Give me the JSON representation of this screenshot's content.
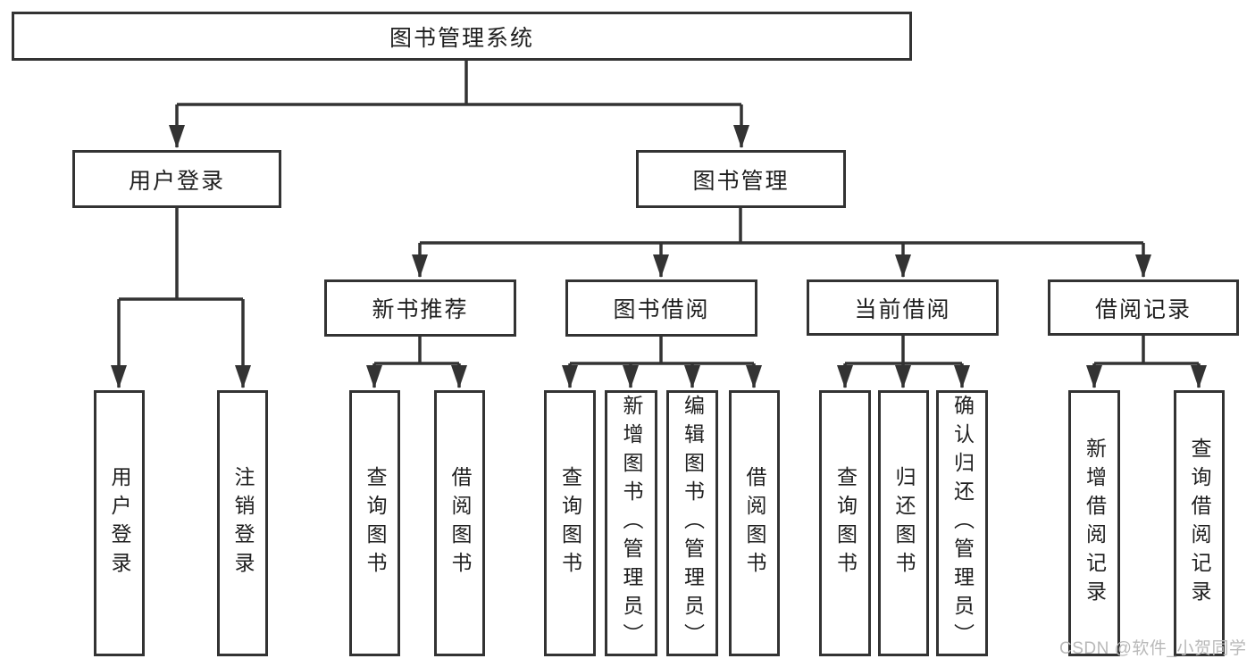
{
  "tree": {
    "root": "图书管理系统",
    "user_login": {
      "label": "用户登录",
      "children": [
        "用户登录",
        "注销登录"
      ]
    },
    "book_management": {
      "label": "图书管理",
      "children": {
        "new_book_recommend": {
          "label": "新书推荐",
          "children": [
            "查询图书",
            "借阅图书"
          ]
        },
        "book_borrow": {
          "label": "图书借阅",
          "children": [
            "查询图书",
            "新增图书（管理员）",
            "编辑图书（管理员）",
            "借阅图书"
          ]
        },
        "current_borrow": {
          "label": "当前借阅",
          "children": [
            "查询图书",
            "归还图书",
            "确认归还（管理员）"
          ]
        },
        "borrow_records": {
          "label": "借阅记录",
          "children": [
            "新增借阅记录",
            "查询借阅记录"
          ]
        }
      }
    }
  },
  "watermark": "CSDN @软件_小贺同学",
  "colors": {
    "line": "#333333",
    "text": "#1f1f1f",
    "watermark": "#b9b9b9",
    "background": "#ffffff"
  }
}
